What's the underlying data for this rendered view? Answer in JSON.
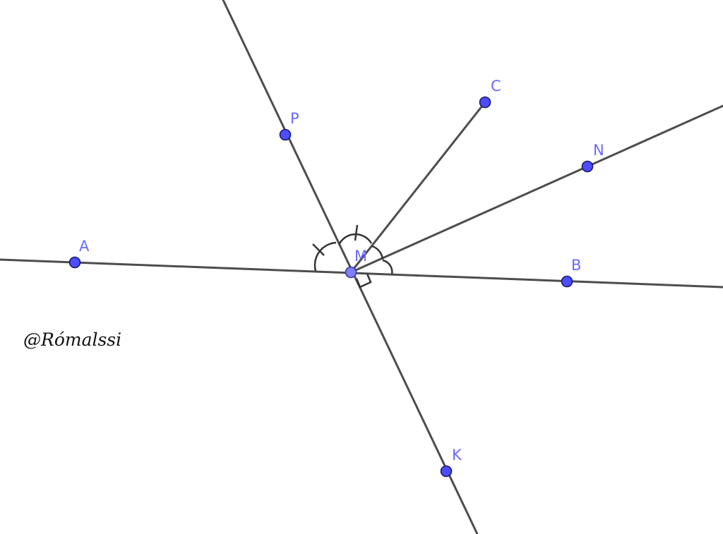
{
  "points": {
    "A": {
      "label": "A"
    },
    "B": {
      "label": "B"
    },
    "C": {
      "label": "C"
    },
    "M": {
      "label": "M"
    },
    "N": {
      "label": "N"
    },
    "P": {
      "label": "P"
    },
    "K": {
      "label": "K"
    }
  },
  "angle_markers": {
    "right_angle": "M",
    "equal_arcs": [
      "AMP",
      "PMC",
      "CMN",
      "NMB"
    ],
    "tick_marks": 1
  },
  "signature": "@Rómalssi",
  "colors": {
    "line": "#4d4d4d",
    "point": "#4d4dff",
    "label": "#6a6aff"
  }
}
